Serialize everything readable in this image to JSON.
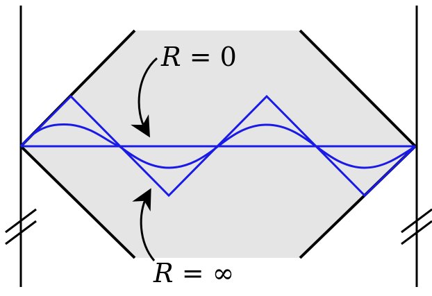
{
  "labels": {
    "top": {
      "variable": "R",
      "relation": " = ",
      "value": "0"
    },
    "bottom": {
      "variable": "R",
      "relation": " = ",
      "value": "∞"
    }
  },
  "colors": {
    "region_fill": "#e5e5e5",
    "boundary": "#000000",
    "curves": "#1a1ae6"
  },
  "curves": [
    "triangle-wave",
    "sine-wave",
    "flat-line"
  ]
}
